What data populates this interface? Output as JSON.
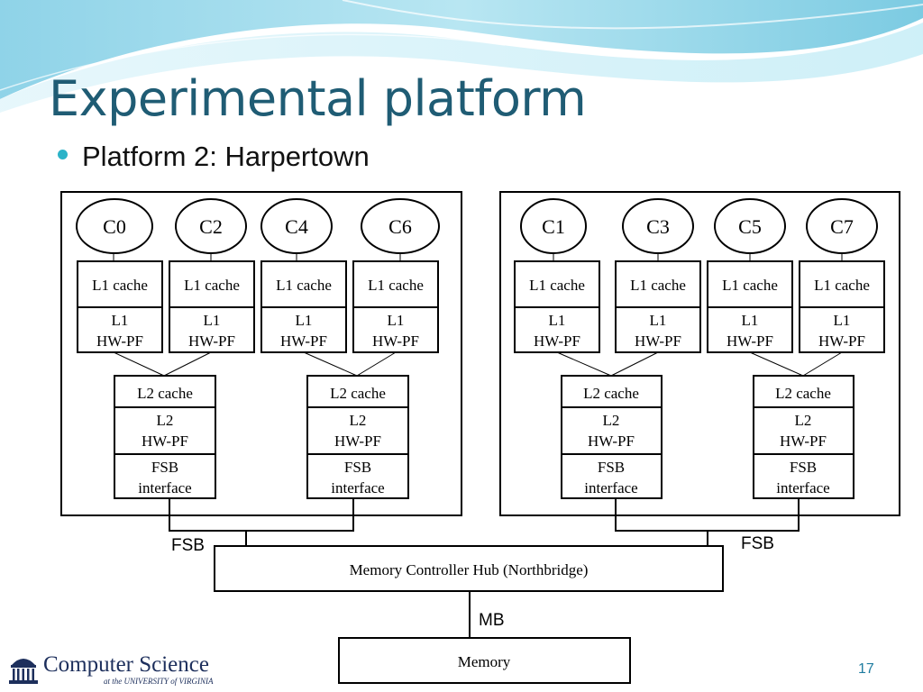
{
  "slide": {
    "title": "Experimental platform",
    "bullet": "Platform 2: Harpertown",
    "page_number": "17"
  },
  "footer": {
    "logo_main": "Computer Science",
    "logo_sub": "at the UNIVERSITY of VIRGINIA"
  },
  "diagram": {
    "packages": [
      {
        "cores": [
          "C0",
          "C2",
          "C4",
          "C6"
        ],
        "l2_blocks": [
          {
            "cache": "L2 cache",
            "pf1": "L2",
            "pf2": "HW-PF",
            "fsb1": "FSB",
            "fsb2": "interface"
          },
          {
            "cache": "L2 cache",
            "pf1": "L2",
            "pf2": "HW-PF",
            "fsb1": "FSB",
            "fsb2": "interface"
          }
        ]
      },
      {
        "cores": [
          "C1",
          "C3",
          "C5",
          "C7"
        ],
        "l2_blocks": [
          {
            "cache": "L2 cache",
            "pf1": "L2",
            "pf2": "HW-PF",
            "fsb1": "FSB",
            "fsb2": "interface"
          },
          {
            "cache": "L2 cache",
            "pf1": "L2",
            "pf2": "HW-PF",
            "fsb1": "FSB",
            "fsb2": "interface"
          }
        ]
      }
    ],
    "l1_cache_label": "L1 cache",
    "l1_pf_line1": "L1",
    "l1_pf_line2": "HW-PF",
    "fsb_labels": [
      "FSB",
      "FSB"
    ],
    "mch_label": "Memory Controller Hub (Northbridge)",
    "mb_label": "MB",
    "memory_label": "Memory"
  }
}
